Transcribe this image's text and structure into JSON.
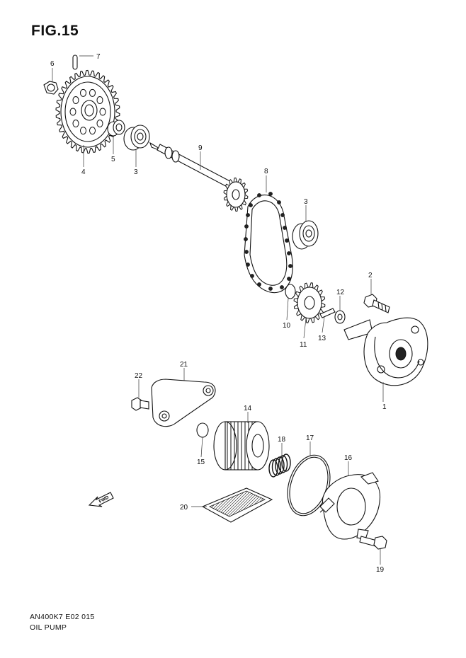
{
  "figure": {
    "title": "FIG.15",
    "code": "AN400K7 E02  015",
    "name": "OIL PUMP",
    "direction_label": "FWD"
  },
  "callouts": [
    {
      "id": "c1",
      "text": "1"
    },
    {
      "id": "c2",
      "text": "2"
    },
    {
      "id": "c3a",
      "text": "3"
    },
    {
      "id": "c3b",
      "text": "3"
    },
    {
      "id": "c4",
      "text": "4"
    },
    {
      "id": "c5",
      "text": "5"
    },
    {
      "id": "c6",
      "text": "6"
    },
    {
      "id": "c7",
      "text": "7"
    },
    {
      "id": "c8",
      "text": "8"
    },
    {
      "id": "c9",
      "text": "9"
    },
    {
      "id": "c10",
      "text": "10"
    },
    {
      "id": "c11",
      "text": "11"
    },
    {
      "id": "c12",
      "text": "12"
    },
    {
      "id": "c13",
      "text": "13"
    },
    {
      "id": "c14",
      "text": "14"
    },
    {
      "id": "c15",
      "text": "15"
    },
    {
      "id": "c16",
      "text": "16"
    },
    {
      "id": "c17",
      "text": "17"
    },
    {
      "id": "c18",
      "text": "18"
    },
    {
      "id": "c19",
      "text": "19"
    },
    {
      "id": "c20",
      "text": "20"
    },
    {
      "id": "c21",
      "text": "21"
    },
    {
      "id": "c22",
      "text": "22"
    }
  ]
}
